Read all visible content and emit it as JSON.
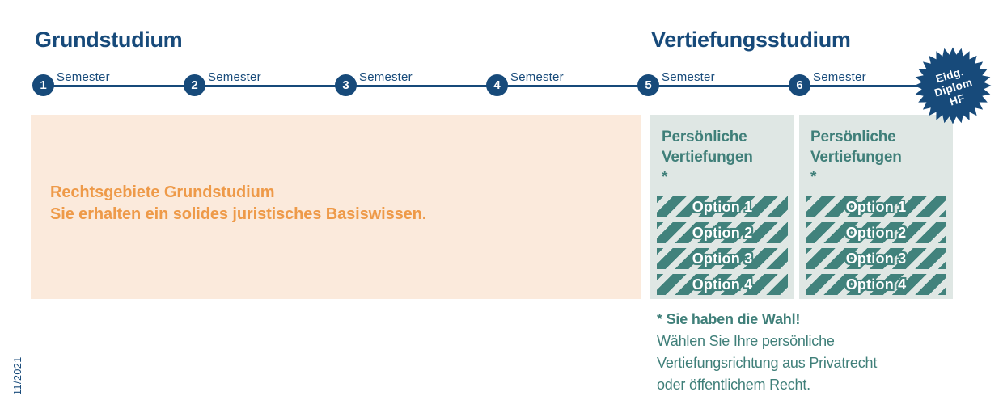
{
  "sections": {
    "grundstudium_title": "Grundstudium",
    "vertiefungsstudium_title": "Vertiefungsstudium"
  },
  "timeline": {
    "semesters": [
      {
        "number": "1",
        "label": "Semester"
      },
      {
        "number": "2",
        "label": "Semester"
      },
      {
        "number": "3",
        "label": "Semester"
      },
      {
        "number": "4",
        "label": "Semester"
      },
      {
        "number": "5",
        "label": "Semester"
      },
      {
        "number": "6",
        "label": "Semester"
      }
    ],
    "badge_lines": [
      "Eidg.",
      "Diplom",
      "HF"
    ]
  },
  "grund_block": {
    "title": "Rechtsgebiete Grundstudium",
    "subtitle": "Sie erhalten ein solides juristisches Basiswissen."
  },
  "panels": [
    {
      "title_line1": "Persönliche",
      "title_line2": "Vertiefungen",
      "asterisk": "*",
      "options": [
        "Option 1",
        "Option 2",
        "Option 3",
        "Option 4"
      ]
    },
    {
      "title_line1": "Persönliche",
      "title_line2": "Vertiefungen",
      "asterisk": "*",
      "options": [
        "Option 1",
        "Option 2",
        "Option 3",
        "Option 4"
      ]
    }
  ],
  "footnote": {
    "headline": "* Sie haben die Wahl!",
    "lines": [
      "Wählen Sie Ihre persönliche",
      "Vertiefungsrichtung aus Privatrecht",
      "oder öffentlichem Recht."
    ]
  },
  "version_label": "11/2021",
  "colors": {
    "navy": "#174a7a",
    "teal_text": "#3f7f79",
    "bar_teal": "#41827c",
    "panel_bg": "#dfe7e4",
    "peach_bg": "#fbeadc",
    "orange": "#ee9a49",
    "badge_text": "#ffffff"
  }
}
